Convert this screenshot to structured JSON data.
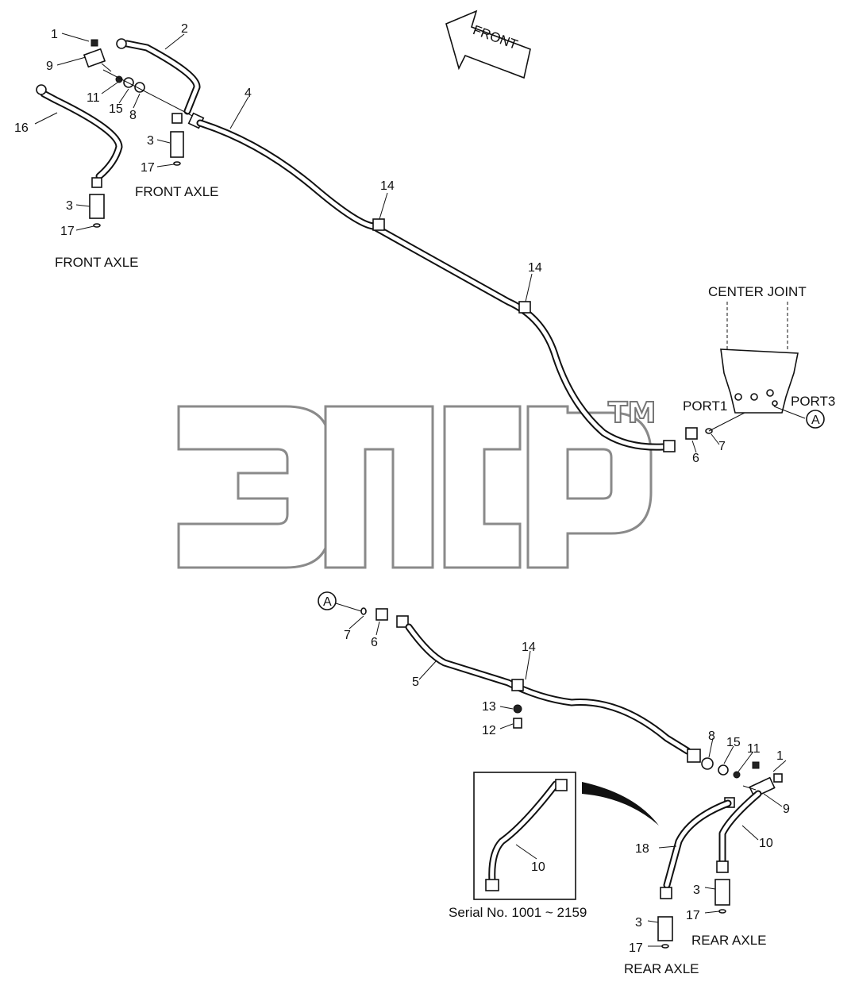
{
  "front_arrow": {
    "text": "FRONT"
  },
  "captions": {
    "front_axle_1": "FRONT AXLE",
    "front_axle_2": "FRONT AXLE",
    "center_joint": "CENTER JOINT",
    "port1": "PORT1",
    "port3": "PORT3",
    "rear_axle_1": "REAR AXLE",
    "rear_axle_2": "REAR AXLE",
    "serial": "Serial No. 1001 ~ 2159"
  },
  "watermark": {
    "tm": "TM"
  },
  "connector_a": {
    "top": "A",
    "bottom": "A"
  },
  "part_numbers": {
    "p1_front": "1",
    "p9_front": "9",
    "p2": "2",
    "p11_front": "11",
    "p15_front": "15",
    "p8_front": "8",
    "p16": "16",
    "p3_front_a": "3",
    "p17_front_a": "17",
    "p3_front_b": "3",
    "p17_front_b": "17",
    "p4": "4",
    "p14_a": "14",
    "p14_b": "14",
    "p6_top": "6",
    "p7_top": "7",
    "p7_bottom": "7",
    "p6_bottom": "6",
    "p14_c": "14",
    "p5": "5",
    "p13": "13",
    "p12": "12",
    "p8_rear": "8",
    "p15_rear": "15",
    "p11_rear": "11",
    "p1_rear": "1",
    "p9_rear": "9",
    "p10_inset": "10",
    "p18": "18",
    "p10_rear": "10",
    "p3_rear_a": "3",
    "p17_rear_a": "17",
    "p3_rear_b": "3",
    "p17_rear_b": "17"
  }
}
